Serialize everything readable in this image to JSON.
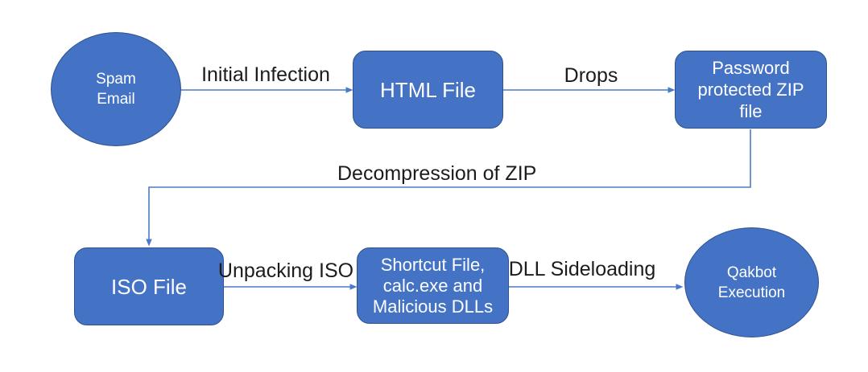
{
  "diagram": {
    "type": "flowchart",
    "subject": "Qakbot infection chain",
    "colors": {
      "node_fill": "#4472C4",
      "node_border": "#2F528F",
      "node_text": "#ffffff",
      "connector": "#4B79CB",
      "edge_label_text": "#1c1c1c",
      "background": "#ffffff"
    },
    "nodes": [
      {
        "id": "spam-email",
        "shape": "ellipse",
        "label": [
          "Spam",
          "Email"
        ]
      },
      {
        "id": "html-file",
        "shape": "rounded-rect",
        "label": [
          "HTML File"
        ]
      },
      {
        "id": "password-zip",
        "shape": "rounded-rect",
        "label": [
          "Password",
          "protected ZIP",
          "file"
        ]
      },
      {
        "id": "iso-file",
        "shape": "rounded-rect",
        "label": [
          "ISO File"
        ]
      },
      {
        "id": "shortcut-files",
        "shape": "rounded-rect",
        "label": [
          "Shortcut File,",
          "calc.exe and",
          "Malicious DLLs"
        ]
      },
      {
        "id": "qakbot-execution",
        "shape": "ellipse",
        "label": [
          "Qakbot",
          "Execution"
        ]
      }
    ],
    "edges": [
      {
        "id": "initial-infection",
        "label": "Initial Infection",
        "from": "spam-email",
        "to": "html-file"
      },
      {
        "id": "drops",
        "label": "Drops",
        "from": "html-file",
        "to": "password-zip"
      },
      {
        "id": "decompression-of-zip",
        "label": "Decompression of ZIP",
        "from": "password-zip",
        "to": "iso-file"
      },
      {
        "id": "unpacking-iso",
        "label": "Unpacking ISO",
        "from": "iso-file",
        "to": "shortcut-files"
      },
      {
        "id": "dll-sideloading",
        "label": "DLL Sideloading",
        "from": "shortcut-files",
        "to": "qakbot-execution"
      }
    ]
  }
}
